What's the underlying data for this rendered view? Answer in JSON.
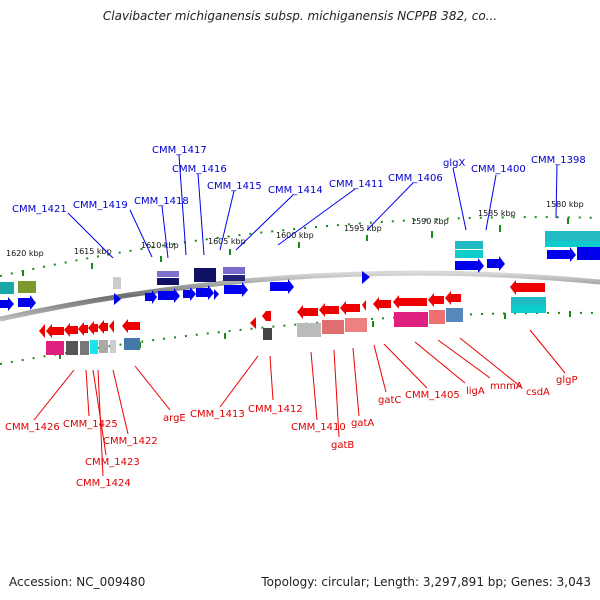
{
  "title": "Clavibacter michiganensis subsp. michiganensis NCPPB 382, co...",
  "footer": {
    "accession": "Accession: NC_009480",
    "topology": "Topology: circular; Length: 3,297,891 bp; Genes: 3,043"
  },
  "colors": {
    "forward": "#0000ee",
    "reverse": "#ee0000",
    "backbone": "#888888",
    "ticks": "#1a8a1a"
  },
  "ruler_labels": [
    "1620 kbp",
    "1615 kbp",
    "1610 kbp",
    "1605 kbp",
    "1600 kbp",
    "1595 kbp",
    "1590 kbp",
    "1585 kbp",
    "1580 kbp"
  ],
  "forward_genes": [
    "CMM_1421",
    "CMM_1419",
    "CMM_1418",
    "CMM_1417",
    "CMM_1416",
    "CMM_1415",
    "CMM_1414",
    "CMM_1411",
    "CMM_1406",
    "glgX",
    "CMM_1400",
    "CMM_1398"
  ],
  "reverse_genes": [
    "CMM_1426",
    "CMM_1425",
    "CMM_1423",
    "CMM_1424",
    "CMM_1422",
    "argE",
    "CMM_1413",
    "CMM_1412",
    "CMM_1410",
    "gatB",
    "gatA",
    "gatC",
    "CMM_1405",
    "ligA",
    "mnmA",
    "csdA",
    "glgP"
  ]
}
